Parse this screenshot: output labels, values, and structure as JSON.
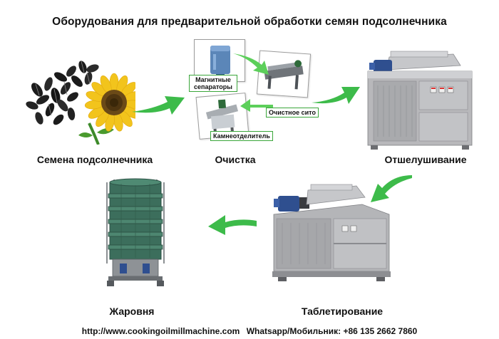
{
  "title": "Оборудования для предварительной обработки семян подсолнечника",
  "stages": {
    "seeds": "Семена подсолнечника",
    "cleaning": "Очистка",
    "dehulling": "Отшелушивание",
    "flaking": "Таблетирование",
    "roasting": "Жаровня"
  },
  "cleaning_equipment": {
    "magnetic": "Магнитные сепараторы",
    "sieve": "Очистное сито",
    "destoner": "Камнеотделитель"
  },
  "footer": {
    "url": "http://www.cookingoilmillmachine.com",
    "contact": "Whatsapp/Мобильник: +86 135 2662 7860"
  },
  "colors": {
    "arrow": "#3dbb4a",
    "machine": "#b8b8bb",
    "motor": "#2f4f8f",
    "roaster": "#3c6e5c",
    "tag_border": "#3aa63a"
  }
}
